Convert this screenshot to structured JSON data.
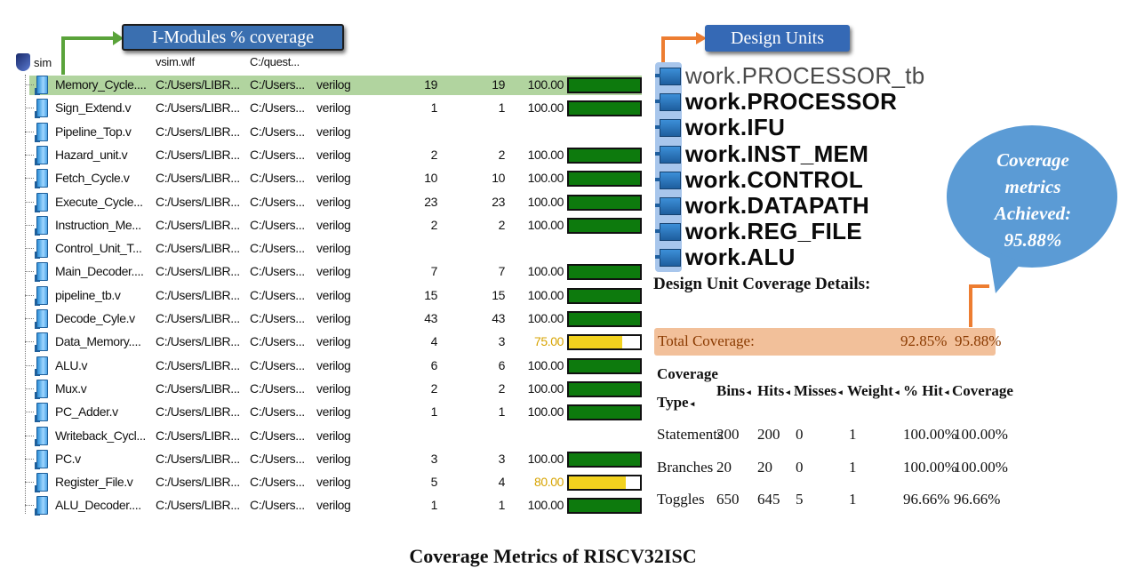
{
  "callouts": {
    "modules_label": "I-Modules % coverage",
    "design_units_label": "Design Units"
  },
  "sim": {
    "root_label": "sim",
    "header_col1": "vsim.wlf",
    "header_col2": "C:/quest...",
    "rows": [
      {
        "name": "Memory_Cycle....",
        "path": "C:/Users/LIBR...",
        "path2": "C:/Users...",
        "lang": "verilog",
        "n1": "19",
        "n2": "19",
        "pct": "100.00",
        "level": 1.0
      },
      {
        "name": "Sign_Extend.v",
        "path": "C:/Users/LIBR...",
        "path2": "C:/Users...",
        "lang": "verilog",
        "n1": "1",
        "n2": "1",
        "pct": "100.00",
        "level": 1.0
      },
      {
        "name": "Pipeline_Top.v",
        "path": "C:/Users/LIBR...",
        "path2": "C:/Users...",
        "lang": "verilog",
        "n1": "",
        "n2": "",
        "pct": "",
        "level": null
      },
      {
        "name": "Hazard_unit.v",
        "path": "C:/Users/LIBR...",
        "path2": "C:/Users...",
        "lang": "verilog",
        "n1": "2",
        "n2": "2",
        "pct": "100.00",
        "level": 1.0
      },
      {
        "name": "Fetch_Cycle.v",
        "path": "C:/Users/LIBR...",
        "path2": "C:/Users...",
        "lang": "verilog",
        "n1": "10",
        "n2": "10",
        "pct": "100.00",
        "level": 1.0
      },
      {
        "name": "Execute_Cycle...",
        "path": "C:/Users/LIBR...",
        "path2": "C:/Users...",
        "lang": "verilog",
        "n1": "23",
        "n2": "23",
        "pct": "100.00",
        "level": 1.0
      },
      {
        "name": "Instruction_Me...",
        "path": "C:/Users/LIBR...",
        "path2": "C:/Users...",
        "lang": "verilog",
        "n1": "2",
        "n2": "2",
        "pct": "100.00",
        "level": 1.0
      },
      {
        "name": "Control_Unit_T...",
        "path": "C:/Users/LIBR...",
        "path2": "C:/Users...",
        "lang": "verilog",
        "n1": "",
        "n2": "",
        "pct": "",
        "level": null
      },
      {
        "name": "Main_Decoder....",
        "path": "C:/Users/LIBR...",
        "path2": "C:/Users...",
        "lang": "verilog",
        "n1": "7",
        "n2": "7",
        "pct": "100.00",
        "level": 1.0
      },
      {
        "name": "pipeline_tb.v",
        "path": "C:/Users/LIBR...",
        "path2": "C:/Users...",
        "lang": "verilog",
        "n1": "15",
        "n2": "15",
        "pct": "100.00",
        "level": 1.0
      },
      {
        "name": "Decode_Cyle.v",
        "path": "C:/Users/LIBR...",
        "path2": "C:/Users...",
        "lang": "verilog",
        "n1": "43",
        "n2": "43",
        "pct": "100.00",
        "level": 1.0
      },
      {
        "name": "Data_Memory....",
        "path": "C:/Users/LIBR...",
        "path2": "C:/Users...",
        "lang": "verilog",
        "n1": "4",
        "n2": "3",
        "pct": "75.00",
        "level": 0.75
      },
      {
        "name": "ALU.v",
        "path": "C:/Users/LIBR...",
        "path2": "C:/Users...",
        "lang": "verilog",
        "n1": "6",
        "n2": "6",
        "pct": "100.00",
        "level": 1.0
      },
      {
        "name": "Mux.v",
        "path": "C:/Users/LIBR...",
        "path2": "C:/Users...",
        "lang": "verilog",
        "n1": "2",
        "n2": "2",
        "pct": "100.00",
        "level": 1.0
      },
      {
        "name": "PC_Adder.v",
        "path": "C:/Users/LIBR...",
        "path2": "C:/Users...",
        "lang": "verilog",
        "n1": "1",
        "n2": "1",
        "pct": "100.00",
        "level": 1.0
      },
      {
        "name": "Writeback_Cycl...",
        "path": "C:/Users/LIBR...",
        "path2": "C:/Users...",
        "lang": "verilog",
        "n1": "",
        "n2": "",
        "pct": "",
        "level": null
      },
      {
        "name": "PC.v",
        "path": "C:/Users/LIBR...",
        "path2": "C:/Users...",
        "lang": "verilog",
        "n1": "3",
        "n2": "3",
        "pct": "100.00",
        "level": 1.0
      },
      {
        "name": "Register_File.v",
        "path": "C:/Users/LIBR...",
        "path2": "C:/Users...",
        "lang": "verilog",
        "n1": "5",
        "n2": "4",
        "pct": "80.00",
        "level": 0.8
      },
      {
        "name": "ALU_Decoder....",
        "path": "C:/Users/LIBR...",
        "path2": "C:/Users...",
        "lang": "verilog",
        "n1": "1",
        "n2": "1",
        "pct": "100.00",
        "level": 1.0
      }
    ]
  },
  "design_units": [
    "work.PROCESSOR_tb",
    "work.PROCESSOR",
    "work.IFU",
    "work.INST_MEM",
    "work.CONTROL",
    "work.DATAPATH",
    "work.REG_FILE",
    "work.ALU"
  ],
  "details": {
    "heading": "Design Unit Coverage Details:",
    "total_label": "Total Coverage:",
    "total_v1": "92.85%",
    "total_v2": "95.88%",
    "columns": {
      "type_line1": "Coverage",
      "type_line2": "Type",
      "bins": "Bins",
      "hits": "Hits",
      "misses": "Misses",
      "weight": "Weight",
      "pct_hit": "% Hit",
      "coverage": "Coverage"
    },
    "rows": [
      {
        "type": "Statements",
        "bins": "200",
        "hits": "200",
        "misses": "0",
        "weight": "1",
        "pct_hit": "100.00%",
        "coverage": "100.00%"
      },
      {
        "type": "Branches",
        "bins": "20",
        "hits": "20",
        "misses": "0",
        "weight": "1",
        "pct_hit": "100.00%",
        "coverage": "100.00%"
      },
      {
        "type": "Toggles",
        "bins": "650",
        "hits": "645",
        "misses": "5",
        "weight": "1",
        "pct_hit": "96.66%",
        "coverage": "96.66%"
      }
    ]
  },
  "bubble": {
    "line1": "Coverage",
    "line2": "metrics",
    "line3": "Achieved:",
    "line4": "95.88%"
  },
  "caption": "Coverage Metrics of RISCV32ISC",
  "colors": {
    "bar_ok": "#0d7a0d",
    "bar_warn": "#f2d21e",
    "bubble": "#5b9bd5",
    "arrow_green": "#5aa33a",
    "arrow_orange": "#ed7d31"
  }
}
